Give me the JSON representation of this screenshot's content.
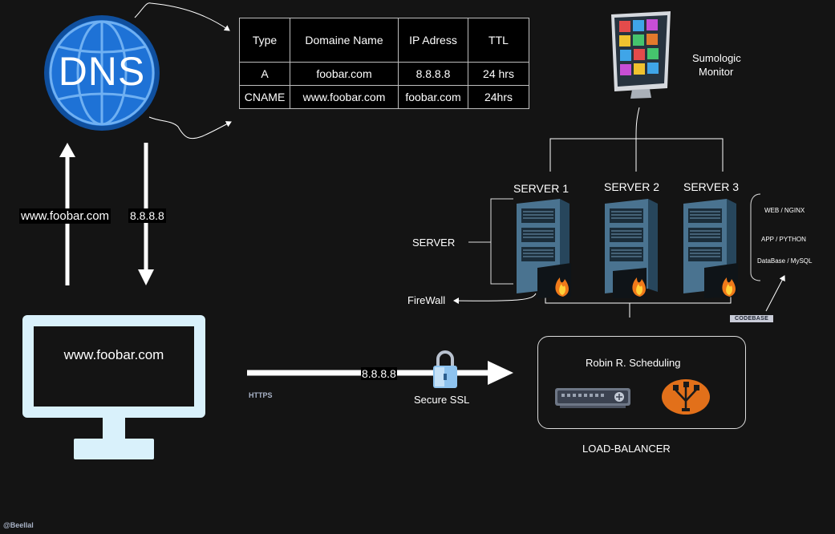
{
  "dns_icon": {
    "text": "DNS",
    "color": "#1e72d6"
  },
  "dns_table": {
    "headers": [
      "Type",
      "Domaine Name",
      "IP Adress",
      "TTL"
    ],
    "rows": [
      [
        "A",
        "foobar.com",
        "8.8.8.8",
        "24 hrs"
      ],
      [
        "CNAME",
        "www.foobar.com",
        "foobar.com",
        "24hrs"
      ]
    ]
  },
  "flow": {
    "request_label": "www.foobar.com",
    "response_label": "8.8.8.8",
    "https_ip_label": "8.8.8.8",
    "https_label": "HTTPS",
    "ssl_label": "Secure SSL"
  },
  "client": {
    "screen_text": "www.foobar.com",
    "color": "#d9f1fb"
  },
  "monitor": {
    "label_line1": "Sumologic",
    "label_line2": "Monitor"
  },
  "servers": {
    "names": [
      "SERVER 1",
      "SERVER 2",
      "SERVER 3"
    ],
    "group_label": "SERVER",
    "firewall_label": "FireWall",
    "stack": [
      "WEB / NGINX",
      "APP / PYTHON",
      "DataBase / MySQL"
    ],
    "codebase_label": "CODEBASE"
  },
  "load_balancer": {
    "title": "Robin R. Scheduling",
    "label": "LOAD-BALANCER",
    "accent": "#e2701a"
  },
  "credit": "@Beellal"
}
